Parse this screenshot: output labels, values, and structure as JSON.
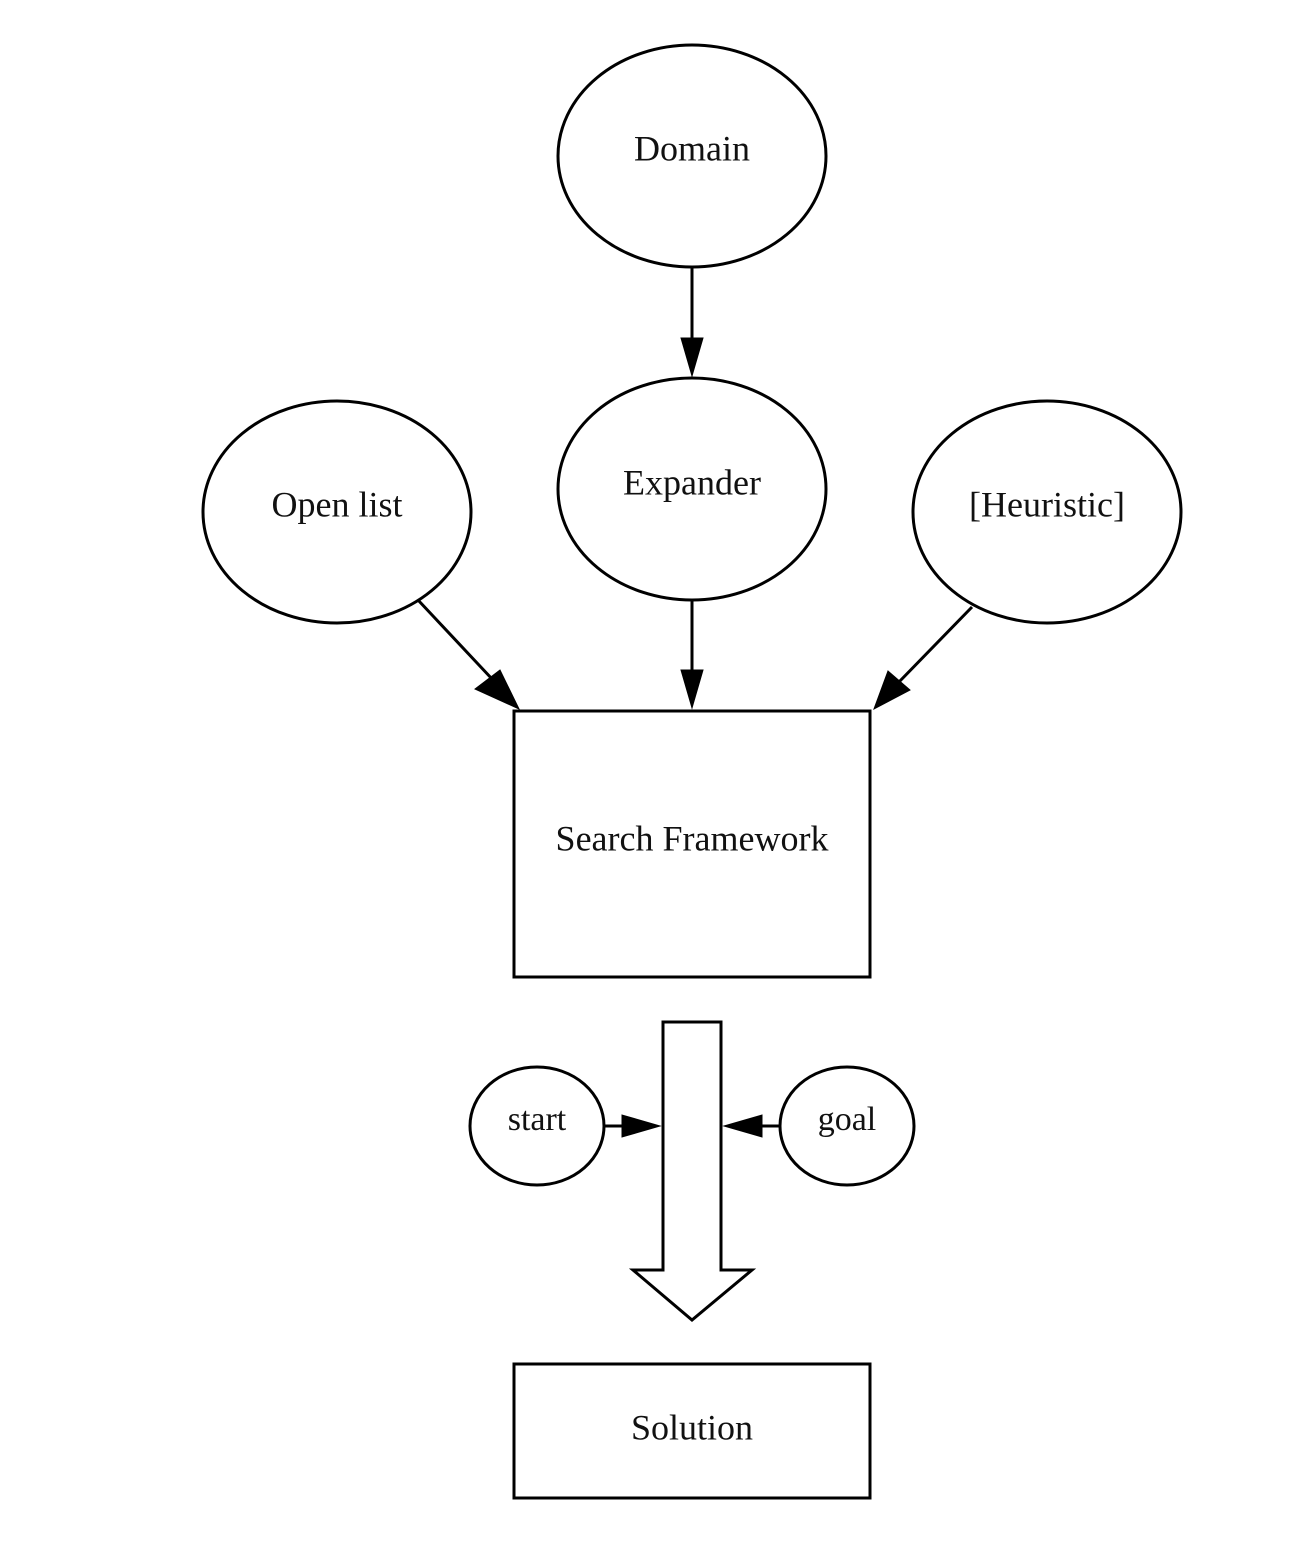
{
  "diagram": {
    "nodes": {
      "domain": {
        "label": "Domain",
        "shape": "ellipse"
      },
      "expander": {
        "label": "Expander",
        "shape": "ellipse"
      },
      "open_list": {
        "label": "Open list",
        "shape": "ellipse"
      },
      "heuristic": {
        "label": "[Heuristic]",
        "shape": "ellipse"
      },
      "search_framework": {
        "label": "Search Framework",
        "shape": "rectangle"
      },
      "start": {
        "label": "start",
        "shape": "ellipse"
      },
      "goal": {
        "label": "goal",
        "shape": "ellipse"
      },
      "solution": {
        "label": "Solution",
        "shape": "rectangle"
      }
    },
    "edges": [
      {
        "from": "domain",
        "to": "expander"
      },
      {
        "from": "open_list",
        "to": "search_framework"
      },
      {
        "from": "expander",
        "to": "search_framework"
      },
      {
        "from": "heuristic",
        "to": "search_framework"
      },
      {
        "from": "start",
        "to": "flow-arrow"
      },
      {
        "from": "goal",
        "to": "flow-arrow"
      },
      {
        "from": "search_framework",
        "to": "solution",
        "style": "block-arrow"
      }
    ],
    "colors": {
      "stroke": "#000000",
      "fill": "#ffffff",
      "text": "#111111"
    }
  }
}
